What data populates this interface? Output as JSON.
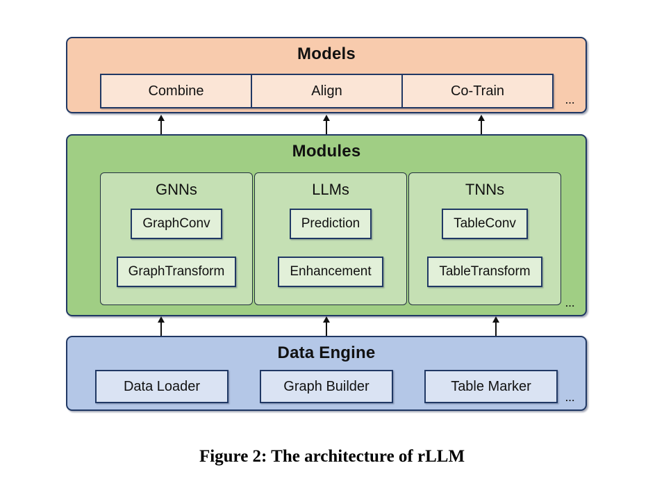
{
  "diagram": {
    "models": {
      "title": "Models",
      "items": [
        "Combine",
        "Align",
        "Co-Train"
      ],
      "ellipsis": "..."
    },
    "modules": {
      "title": "Modules",
      "columns": [
        {
          "title": "GNNs",
          "items": [
            "GraphConv",
            "GraphTransform"
          ]
        },
        {
          "title": "LLMs",
          "items": [
            "Prediction",
            "Enhancement"
          ]
        },
        {
          "title": "TNNs",
          "items": [
            "TableConv",
            "TableTransform"
          ]
        }
      ],
      "ellipsis": "..."
    },
    "data_engine": {
      "title": "Data Engine",
      "items": [
        "Data Loader",
        "Graph Builder",
        "Table Marker"
      ],
      "ellipsis": "..."
    },
    "caption": "Figure 2: The architecture of rLLM",
    "colors": {
      "models_fill": "#F8CBAD",
      "models_item_fill": "#FBE5D6",
      "modules_fill": "#A0CE84",
      "modules_column_fill": "#C5E0B4",
      "modules_item_fill": "#E2F0D9",
      "data_engine_fill": "#B4C7E7",
      "data_engine_item_fill": "#DAE3F3",
      "box_border": "#203864",
      "arrow": "#111111"
    }
  }
}
